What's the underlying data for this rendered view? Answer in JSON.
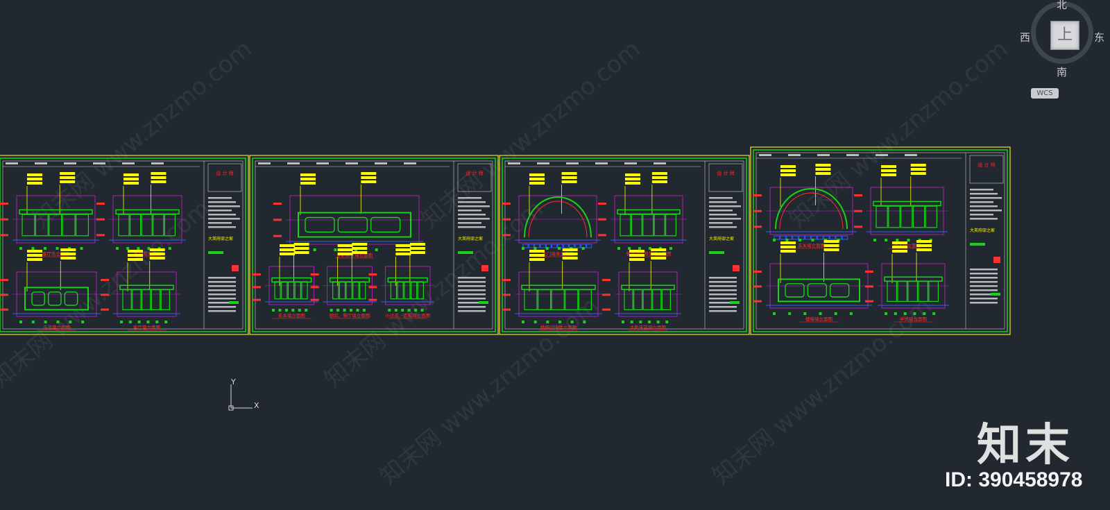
{
  "viewcube": {
    "north": "北",
    "south": "南",
    "west": "西",
    "east": "东",
    "face": "上",
    "wcs": "WCS"
  },
  "ucs": {
    "x_axis": "X",
    "y_axis": "Y"
  },
  "watermark": {
    "logo": "知末",
    "id": "ID: 390458978",
    "diagonal_text": "www.znzmo.com",
    "diagonal_text_cn": "知末网"
  },
  "colors": {
    "background": "#212830",
    "frame_yellow": "#e6e619",
    "frame_green": "#19d219",
    "label_yellow": "#ffff00",
    "title_red": "#ff3030",
    "magenta": "#d020d0",
    "blue": "#3060ff"
  },
  "sheets": [
    {
      "drawings": [
        "客厅东立面图",
        "客厅南立面图",
        "走道南立面图",
        "客厅南立面图"
      ],
      "titleblock": {
        "project": "大英府邸之家",
        "stamp": "设 计 师"
      }
    },
    {
      "drawings": [
        "主卧床头墙立面图",
        "玄关墙立面图",
        "厨房、餐厅墙立面图",
        "小过道、衣帽间立面图"
      ],
      "titleblock": {
        "project": "大英府邸之家",
        "stamp": "设 计 师"
      }
    },
    {
      "drawings": [
        "大门墙体立面图",
        "餐厅过厅背景墙立面图",
        "楼梯间墙体立面图",
        "主卧床前墙立面图"
      ],
      "titleblock": {
        "project": "大英府邸之家",
        "stamp": "设 计 师"
      }
    },
    {
      "drawings": [
        "玄关墙立面图",
        "过道墙立面图",
        "楼梯墙立面图",
        "中式墙立面图"
      ],
      "titleblock": {
        "project": "大英府邸之家",
        "stamp": "设 计 师"
      }
    }
  ]
}
